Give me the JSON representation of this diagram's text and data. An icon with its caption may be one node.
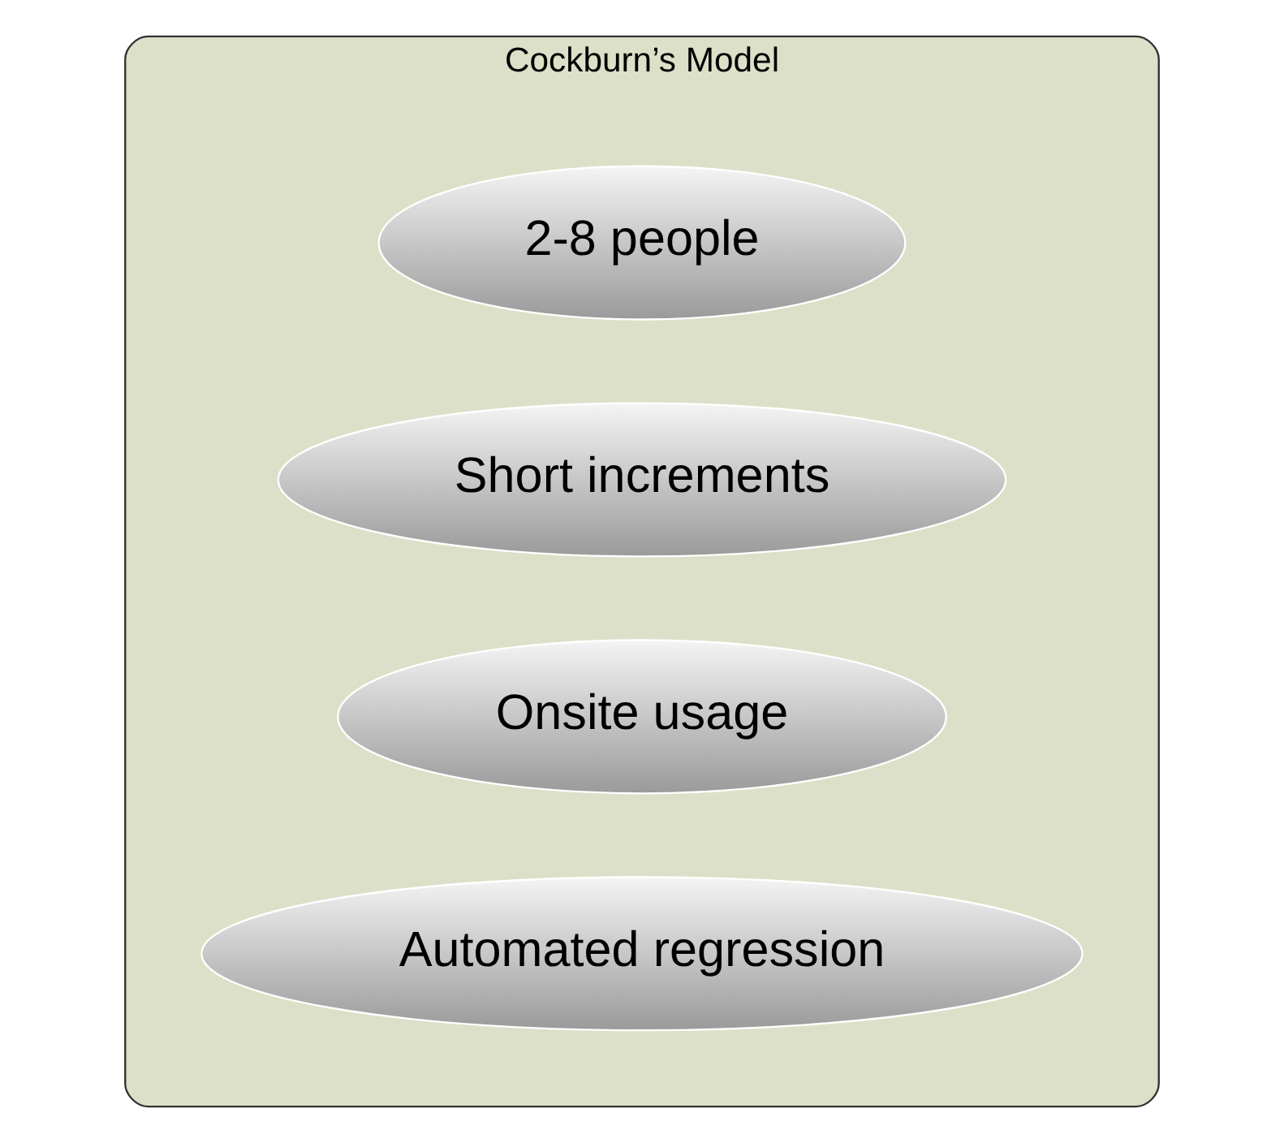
{
  "diagram": {
    "nodes": [
      {
        "text": [
          "Cockburn’s Model"
        ]
      },
      {
        "text": [
          "2-8 people"
        ],
        "in": 0
      },
      {
        "text": [
          "Short increments"
        ],
        "in": 0
      },
      {
        "text": [
          "Onsite usage"
        ],
        "in": 0
      },
      {
        "text": [
          "Automated regression"
        ],
        "in": 0
      }
    ]
  }
}
